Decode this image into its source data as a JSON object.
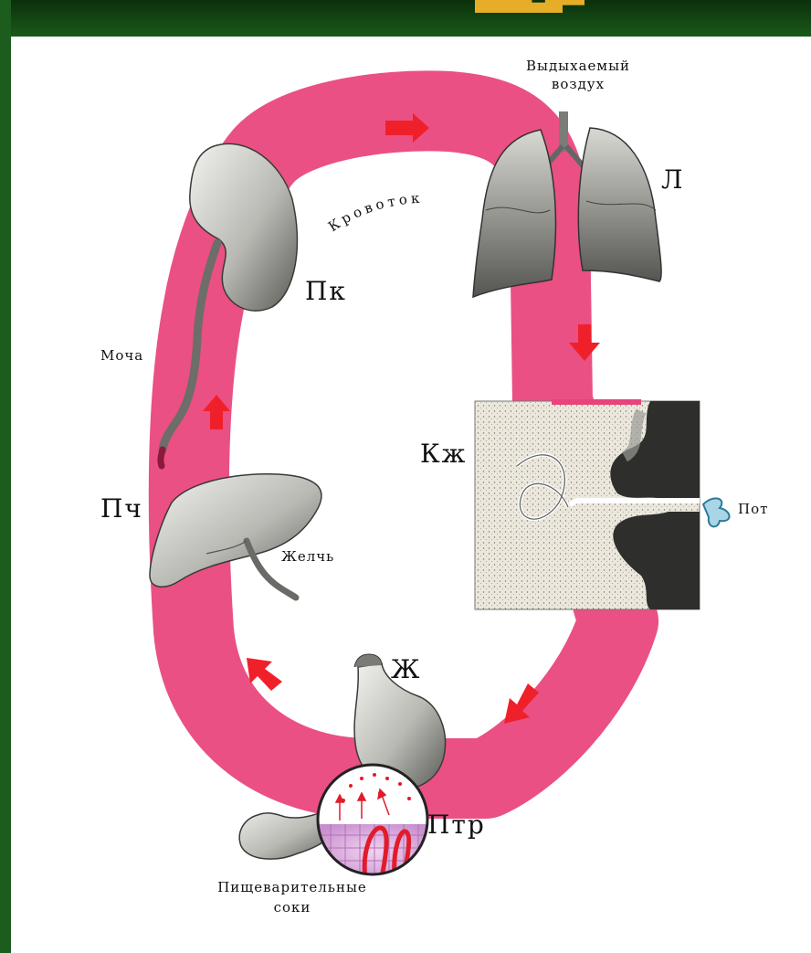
{
  "colors": {
    "circulation": "#e8437a",
    "arrow": "#f0202a",
    "organ_gray": "#8a8a86",
    "skin_fill": "#ebe7dc",
    "frame_green": "#1c5c1c",
    "title_orange": "#f3b42a"
  },
  "labels": {
    "exhaled_air": [
      "Выдыхаемый",
      "воздух"
    ],
    "bloodflow": "Кровоток",
    "lungs": "Л",
    "kidney": "Пк",
    "urine": "Моча",
    "skin": "Кж",
    "sweat": "Пот",
    "liver": "Пч",
    "bile": "Желчь",
    "stomach": "Ж",
    "digestive_tract": "Птр",
    "digestive_juices": [
      "Пищеварительные",
      "соки"
    ]
  }
}
